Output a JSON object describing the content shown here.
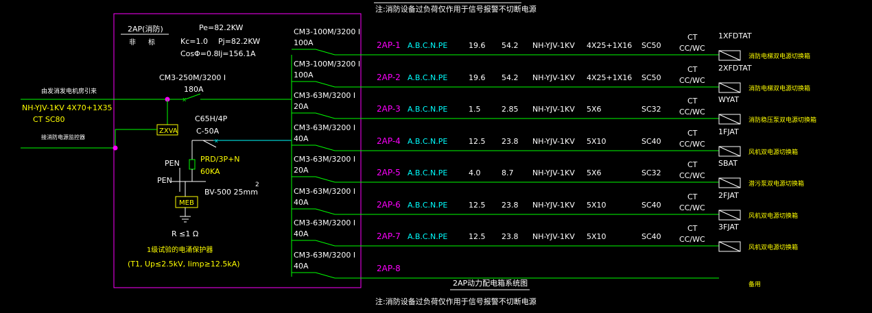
{
  "colors": {
    "background": "#000000",
    "cyan": "#00ffff",
    "green": "#00ff00",
    "yellow": "#ffff00",
    "magenta": "#ff00ff",
    "white": "#ffffff"
  },
  "notes": {
    "top": "注:消防设备过负荷仅作用于信号报警不切断电源",
    "bottom": "注:消防设备过负荷仅作用于信号报警不切断电源",
    "caption": "2AP动力配电箱系统图"
  },
  "panel": {
    "name": "2AP(消防)",
    "tag_left": "非",
    "tag_right": "标",
    "pe": "Pe=82.2KW",
    "kc": "Kc=1.0",
    "pj": "Pj=82.2KW",
    "cos": "CosΦ=0.8",
    "ij": "Ij=156.1A",
    "main_breaker": "CM3-250M/3200 I",
    "main_rating": "180A",
    "incoming_label": "由发消发电机房引来",
    "incoming_cable": "NH-YJV-1KV  4X70+1X35",
    "incoming_conduit": "CT  SC80",
    "fire_signal_label": "接消防电源监控器",
    "zxva": "ZXVA",
    "spd_breaker": "C65H/4P",
    "spd_breaker_rating": "C-50A",
    "spd": "PRD/3P+N",
    "spd_rating": "60KA",
    "pen1": "PEN",
    "pen2": "PEN",
    "bv": "BV-500  25mm",
    "bv_sup": "2",
    "meb": "MEB",
    "ground_r": "R  ≤1  Ω",
    "spd_note1": "1级试验的电涌保护器",
    "spd_note2": "(T1, Up≤2.5kV, Iimp≥12.5kA)"
  },
  "circuits": [
    {
      "breaker": "CM3-100M/3200 I",
      "rating": "100A",
      "id": "2AP-1",
      "phases": "A.B.C.N.PE",
      "power": "19.6",
      "current": "54.2",
      "cable": "NH-YJV-1KV",
      "size": "4X25+1X16",
      "conduit": "SC50",
      "lay1": "CT",
      "lay2": "CC/WC",
      "load": "1XFDTAT",
      "desc": "消防电梯双电源切换箱",
      "has_box": true
    },
    {
      "breaker": "CM3-100M/3200 I",
      "rating": "100A",
      "id": "2AP-2",
      "phases": "A.B.C.N.PE",
      "power": "19.6",
      "current": "54.2",
      "cable": "NH-YJV-1KV",
      "size": "4X25+1X16",
      "conduit": "SC50",
      "lay1": "CT",
      "lay2": "CC/WC",
      "load": "2XFDTAT",
      "desc": "消防电梯双电源切换箱",
      "has_box": true
    },
    {
      "breaker": "CM3-63M/3200 I",
      "rating": "20A",
      "id": "2AP-3",
      "phases": "A.B.C.N.PE",
      "power": "1.5",
      "current": "2.85",
      "cable": "NH-YJV-1KV",
      "size": "5X6",
      "conduit": "SC32",
      "lay1": "CT",
      "lay2": "CC/WC",
      "load": "WYAT",
      "desc": "消防稳压泵双电源切换箱",
      "has_box": true
    },
    {
      "breaker": "CM3-63M/3200 I",
      "rating": "40A",
      "id": "2AP-4",
      "phases": "A.B.C.N.PE",
      "power": "12.5",
      "current": "23.8",
      "cable": "NH-YJV-1KV",
      "size": "5X10",
      "conduit": "SC40",
      "lay1": "CT",
      "lay2": "CC/WC",
      "load": "1FJAT",
      "desc": "风机双电源切换箱",
      "has_box": true
    },
    {
      "breaker": "CM3-63M/3200 I",
      "rating": "20A",
      "id": "2AP-5",
      "phases": "A.B.C.N.PE",
      "power": "4.0",
      "current": "8.7",
      "cable": "NH-YJV-1KV",
      "size": "5X6",
      "conduit": "SC32",
      "lay1": "CT",
      "lay2": "CC/WC",
      "load": "SBAT",
      "desc": "潜污泵双电源切换箱",
      "has_box": true
    },
    {
      "breaker": "CM3-63M/3200 I",
      "rating": "40A",
      "id": "2AP-6",
      "phases": "A.B.C.N.PE",
      "power": "12.5",
      "current": "23.8",
      "cable": "NH-YJV-1KV",
      "size": "5X10",
      "conduit": "SC40",
      "lay1": "CT",
      "lay2": "CC/WC",
      "load": "2FJAT",
      "desc": "风机双电源切换箱",
      "has_box": true
    },
    {
      "breaker": "CM3-63M/3200 I",
      "rating": "40A",
      "id": "2AP-7",
      "phases": "A.B.C.N.PE",
      "power": "12.5",
      "current": "23.8",
      "cable": "NH-YJV-1KV",
      "size": "5X10",
      "conduit": "SC40",
      "lay1": "CT",
      "lay2": "CC/WC",
      "load": "3FJAT",
      "desc": "风机双电源切换箱",
      "has_box": true
    },
    {
      "breaker": "CM3-63M/3200 I",
      "rating": "40A",
      "id": "2AP-8",
      "phases": "",
      "power": "",
      "current": "",
      "cable": "",
      "size": "",
      "conduit": "",
      "lay1": "",
      "lay2": "",
      "load": "",
      "desc": "备用",
      "has_box": false
    }
  ]
}
